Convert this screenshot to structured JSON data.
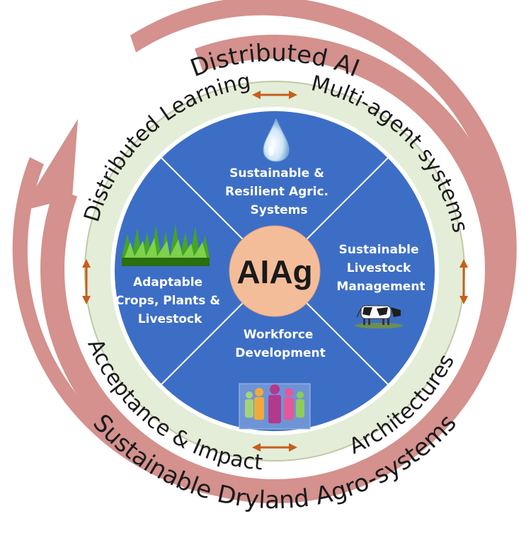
{
  "outer_ring": {
    "top_label": "Distributed AI",
    "bottom_label": "Sustainable Dryland Agro-systems",
    "color": "#d4918d"
  },
  "middle_ring": {
    "labels": {
      "top_left": "Distributed Learning",
      "top_right": "Multi-agent systems",
      "bottom_left": "Acceptance & Impact",
      "bottom_right": "Architectures"
    },
    "color": "#e3edd8",
    "arrow_color": "#c65f1c"
  },
  "core": {
    "color": "#3d6ec6",
    "segments": {
      "top": [
        "Sustainable &",
        "Resilient Agric.",
        "Systems"
      ],
      "right": [
        "Sustainable",
        "Livestock",
        "Management"
      ],
      "bottom": [
        "Workforce",
        "Development"
      ],
      "left": [
        "Adaptable",
        "Crops, Plants &",
        "Livestock"
      ]
    },
    "icons": {
      "top": "water-drop-icon",
      "right": "cow-icon",
      "bottom": "people-group-icon",
      "left": "grass-icon"
    }
  },
  "center": {
    "label": "AIAg",
    "color": "#f4bd9a"
  }
}
